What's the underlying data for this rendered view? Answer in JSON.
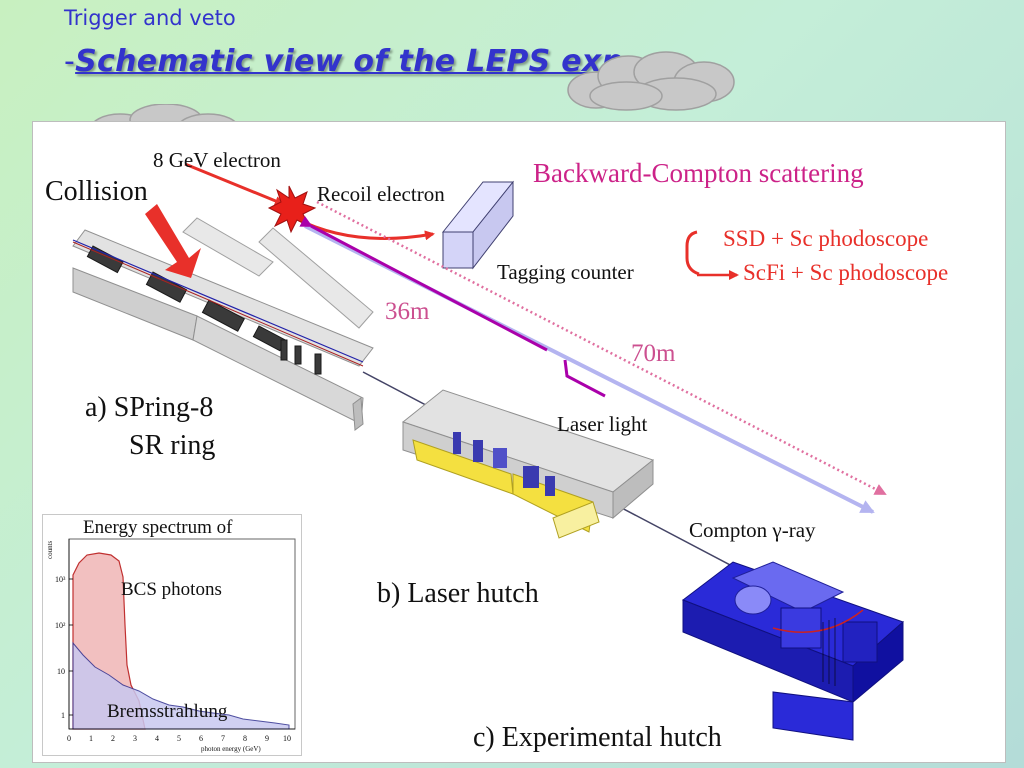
{
  "slide": {
    "subtitle": "Trigger and veto",
    "title_prefix": "-",
    "title": "Schematic view of the LEPS exp."
  },
  "diagram": {
    "electron_label": "8 GeV electron",
    "collision_label": "Collision",
    "recoil_label": "Recoil electron",
    "bcs_label": "Backward-Compton scattering",
    "tagging_label": "Tagging counter",
    "ssd_label": "SSD + Sc phodoscope",
    "scfi_label": "ScFi + Sc phodoscope",
    "dist_36": "36m",
    "dist_70": "70m",
    "ring_label_1": "a) SPring-8",
    "ring_label_2": "SR ring",
    "laser_light_label": "Laser light",
    "laser_hutch_label": "b) Laser hutch",
    "compton_label": "Compton γ-ray",
    "exp_hutch_label": "c) Experimental  hutch"
  },
  "inset": {
    "title": "Energy spectrum of",
    "bcs_photons": "BCS photons",
    "brems": "Bremsstrahlung",
    "ylabel": "counts",
    "xlabel": "photon energy (GeV)",
    "xticks": [
      "0",
      "1",
      "2",
      "3",
      "4",
      "5",
      "6",
      "7",
      "8",
      "9",
      "10"
    ],
    "yticks": [
      "1",
      "10",
      "10²",
      "10³"
    ]
  },
  "colors": {
    "title": "#3333cc",
    "accent_red": "#e8302a",
    "magenta": "#cc2288",
    "purple": "#aa00aa",
    "lavender": "#b4b4f0",
    "pink": "#e070a0",
    "hutch_blue": "#2a2ad8",
    "hutch_yellow": "#f4e040"
  }
}
